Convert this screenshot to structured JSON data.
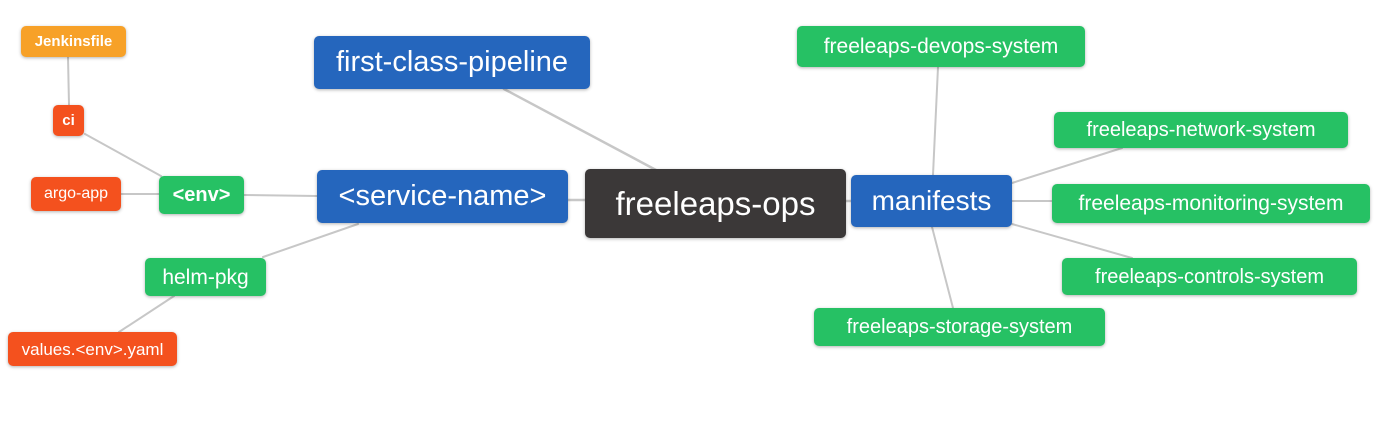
{
  "diagram": {
    "type": "mindmap",
    "background": "#FFFFFF",
    "palette": {
      "blue": "#2566BD",
      "green": "#26C164",
      "red": "#F4511E",
      "orange": "#F7A128",
      "dark": "#3B3838",
      "edge": "#C7C7C7",
      "node_text": "#FFFFFF"
    },
    "nodes": [
      {
        "id": "jenkinsfile",
        "label": "Jenkinsfile",
        "color": "orange"
      },
      {
        "id": "ci",
        "label": "ci",
        "color": "red"
      },
      {
        "id": "argo-app",
        "label": "argo-app",
        "color": "red"
      },
      {
        "id": "env",
        "label": "<env>",
        "color": "green"
      },
      {
        "id": "helm-pkg",
        "label": "helm-pkg",
        "color": "green"
      },
      {
        "id": "values-env-yaml",
        "label": "values.<env>.yaml",
        "color": "red"
      },
      {
        "id": "first-class-pipeline",
        "label": "first-class-pipeline",
        "color": "blue"
      },
      {
        "id": "service-name",
        "label": "<service-name>",
        "color": "blue"
      },
      {
        "id": "freeleaps-ops",
        "label": "freeleaps-ops",
        "color": "dark"
      },
      {
        "id": "manifests",
        "label": "manifests",
        "color": "blue"
      },
      {
        "id": "freeleaps-devops-system",
        "label": "freeleaps-devops-system",
        "color": "green"
      },
      {
        "id": "freeleaps-network-system",
        "label": "freeleaps-network-system",
        "color": "green"
      },
      {
        "id": "freeleaps-monitoring-system",
        "label": "freeleaps-monitoring-system",
        "color": "green"
      },
      {
        "id": "freeleaps-controls-system",
        "label": "freeleaps-controls-system",
        "color": "green"
      },
      {
        "id": "freeleaps-storage-system",
        "label": "freeleaps-storage-system",
        "color": "green"
      }
    ],
    "edges": [
      {
        "from": "jenkinsfile",
        "to": "ci"
      },
      {
        "from": "ci",
        "to": "env"
      },
      {
        "from": "argo-app",
        "to": "env"
      },
      {
        "from": "env",
        "to": "service-name"
      },
      {
        "from": "helm-pkg",
        "to": "service-name"
      },
      {
        "from": "values-env-yaml",
        "to": "helm-pkg"
      },
      {
        "from": "first-class-pipeline",
        "to": "freeleaps-ops"
      },
      {
        "from": "service-name",
        "to": "freeleaps-ops"
      },
      {
        "from": "freeleaps-ops",
        "to": "manifests"
      },
      {
        "from": "manifests",
        "to": "freeleaps-devops-system"
      },
      {
        "from": "manifests",
        "to": "freeleaps-network-system"
      },
      {
        "from": "manifests",
        "to": "freeleaps-monitoring-system"
      },
      {
        "from": "manifests",
        "to": "freeleaps-controls-system"
      },
      {
        "from": "manifests",
        "to": "freeleaps-storage-system"
      }
    ]
  }
}
